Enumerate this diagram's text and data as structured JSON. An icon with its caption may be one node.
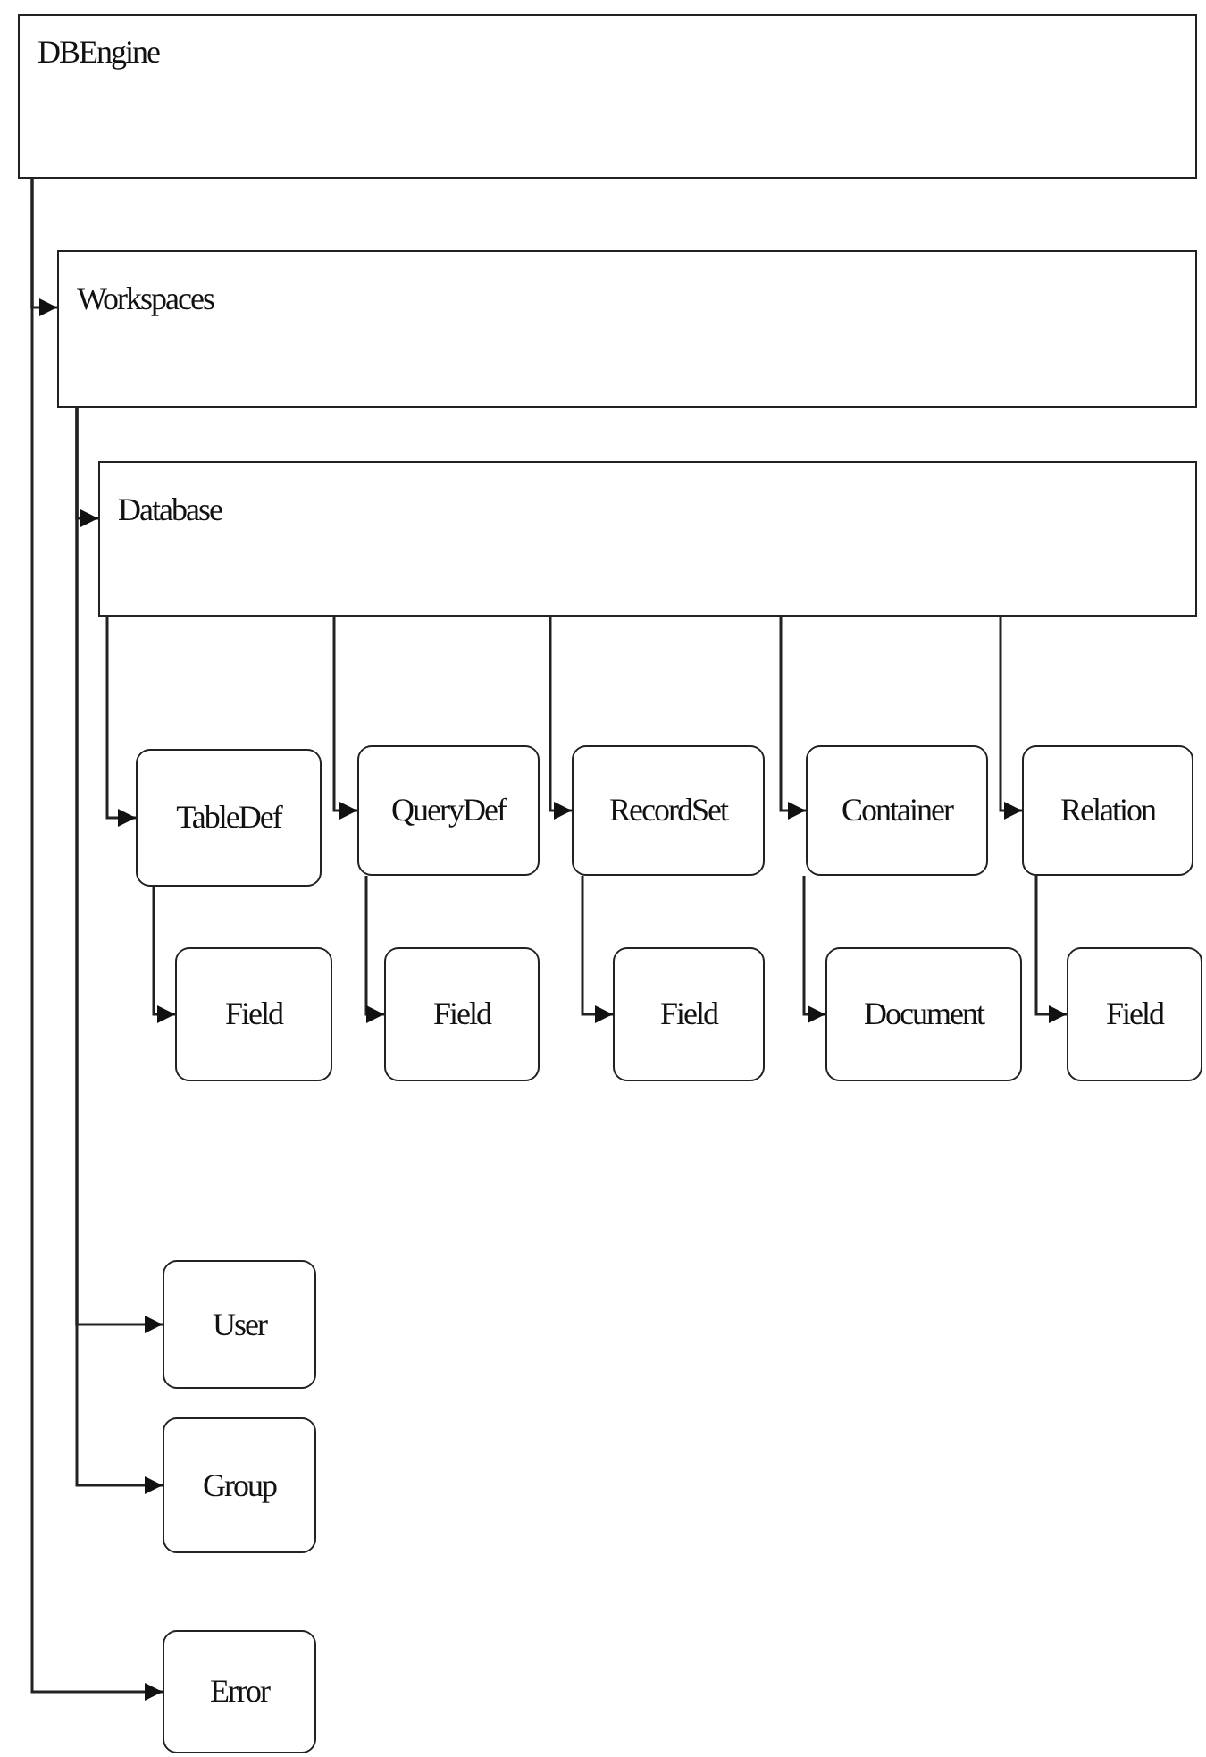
{
  "diagram": {
    "nodes": [
      {
        "text": [
          "DBEngine"
        ]
      },
      {
        "text": [
          "Workspaces"
        ]
      },
      {
        "text": [
          "Database"
        ]
      },
      {
        "text": [
          "TableDef"
        ]
      },
      {
        "text": [
          "QueryDef"
        ]
      },
      {
        "text": [
          "RecordSet"
        ]
      },
      {
        "text": [
          "Container"
        ]
      },
      {
        "text": [
          "Relation"
        ]
      },
      {
        "text": [
          "Field"
        ]
      },
      {
        "text": [
          "Field"
        ]
      },
      {
        "text": [
          "Field"
        ]
      },
      {
        "text": [
          "Document"
        ]
      },
      {
        "text": [
          "Field"
        ]
      },
      {
        "text": [
          "User"
        ]
      },
      {
        "text": [
          "Group"
        ]
      },
      {
        "text": [
          "Error"
        ]
      }
    ],
    "edges": [
      {
        "from": 0,
        "to": 1,
        "arrow": "to"
      },
      {
        "from": 0,
        "to": 15,
        "arrow": "to"
      },
      {
        "from": 1,
        "to": 2,
        "arrow": "to"
      },
      {
        "from": 1,
        "to": 13,
        "arrow": "to"
      },
      {
        "from": 1,
        "to": 14,
        "arrow": "to"
      },
      {
        "from": 2,
        "to": 3,
        "arrow": "to"
      },
      {
        "from": 2,
        "to": 4,
        "arrow": "to"
      },
      {
        "from": 2,
        "to": 5,
        "arrow": "to"
      },
      {
        "from": 2,
        "to": 6,
        "arrow": "to"
      },
      {
        "from": 2,
        "to": 7,
        "arrow": "to"
      },
      {
        "from": 3,
        "to": 8,
        "arrow": "to"
      },
      {
        "from": 4,
        "to": 9,
        "arrow": "to"
      },
      {
        "from": 5,
        "to": 10,
        "arrow": "to"
      },
      {
        "from": 6,
        "to": 11,
        "arrow": "to"
      },
      {
        "from": 7,
        "to": 12,
        "arrow": "to"
      }
    ]
  }
}
